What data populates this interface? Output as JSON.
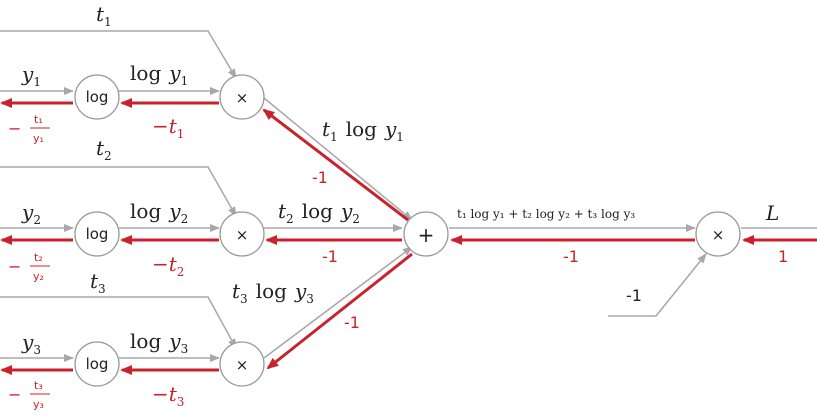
{
  "nodes": {
    "log1": "log",
    "log2": "log",
    "log3": "log",
    "mul1": "×",
    "mul2": "×",
    "mul3": "×",
    "add": "+",
    "mul_final": "×"
  },
  "forward": {
    "t1": "t",
    "t1_sub": "1",
    "t2": "t",
    "t2_sub": "2",
    "t3": "t",
    "t3_sub": "3",
    "y1": "y",
    "y1_sub": "1",
    "y2": "y",
    "y2_sub": "2",
    "y3": "y",
    "y3_sub": "3",
    "log_word": "log",
    "sum_label": "t₁ log y₁ + t₂ log y₂ + t₃ log y₃",
    "const": "-1",
    "output": "L"
  },
  "backward": {
    "one": "1",
    "minus_one_main": "-1",
    "minus_one_1": "-1",
    "minus_one_2": "-1",
    "minus_one_3": "-1",
    "neg_t1": "−t",
    "neg_t1_sub": "1",
    "neg_t2": "−t",
    "neg_t2_sub": "2",
    "neg_t3": "−t",
    "neg_t3_sub": "3",
    "frac_minus": "−",
    "frac_t1": "t₁",
    "frac_y1": "y₁",
    "frac_t2": "t₂",
    "frac_y2": "y₂",
    "frac_t3": "t₃",
    "frac_y3": "y₃"
  },
  "colors": {
    "forward": "#a8a8a8",
    "backward": "#c8232c"
  }
}
